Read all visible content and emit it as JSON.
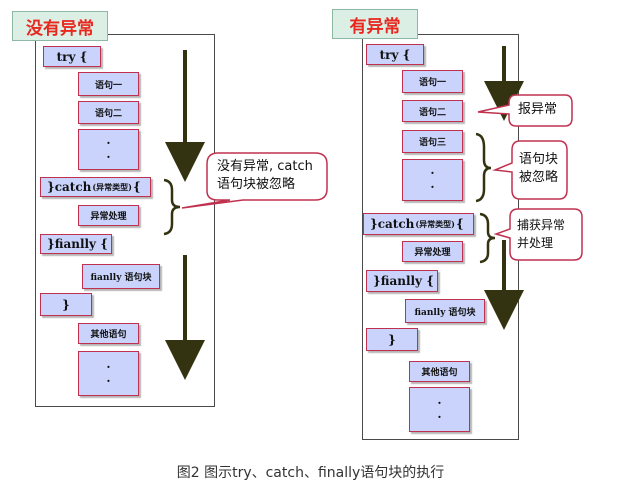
{
  "left_panel": {
    "title": "没有异常",
    "try": "try  {",
    "stmt1": "语句一",
    "stmt2": "语句二",
    "dots": "·",
    "catch_prefix": "}catch",
    "catch_type": "(异常类型)",
    "catch_suffix": "{",
    "handler": "异常处理",
    "finally": "}fianlly {",
    "finally_block": "fianlly 语句块",
    "close_brace": "}",
    "other": "其他语句",
    "callout_line1": "没有异常, catch",
    "callout_line2": "语句块被忽略"
  },
  "right_panel": {
    "title": "有异常",
    "try": "try  {",
    "stmt1": "语句一",
    "stmt2": "语句二",
    "stmt3": "语句三",
    "dots": "·",
    "catch_prefix": "}catch",
    "catch_type": "(异常类型)",
    "catch_suffix": "{",
    "handler": "异常处理",
    "finally": "}fianlly {",
    "finally_block": "fianlly 语句块",
    "close_brace": "}",
    "other": "其他语句",
    "callout_error": "报异常",
    "callout_ignored_line1": "语句块",
    "callout_ignored_line2": "被忽略",
    "callout_catch_line1": "捕获异常",
    "callout_catch_line2": "并处理"
  },
  "caption": "图2 图示try、catch、finally语句块的执行",
  "colors": {
    "title_text": "#e8281f",
    "title_bg": "#dcefe5",
    "box_fill": "#c9d3fb",
    "box_border": "#c0314f",
    "arrow": "#333311",
    "callout_border": "#c0314f"
  }
}
